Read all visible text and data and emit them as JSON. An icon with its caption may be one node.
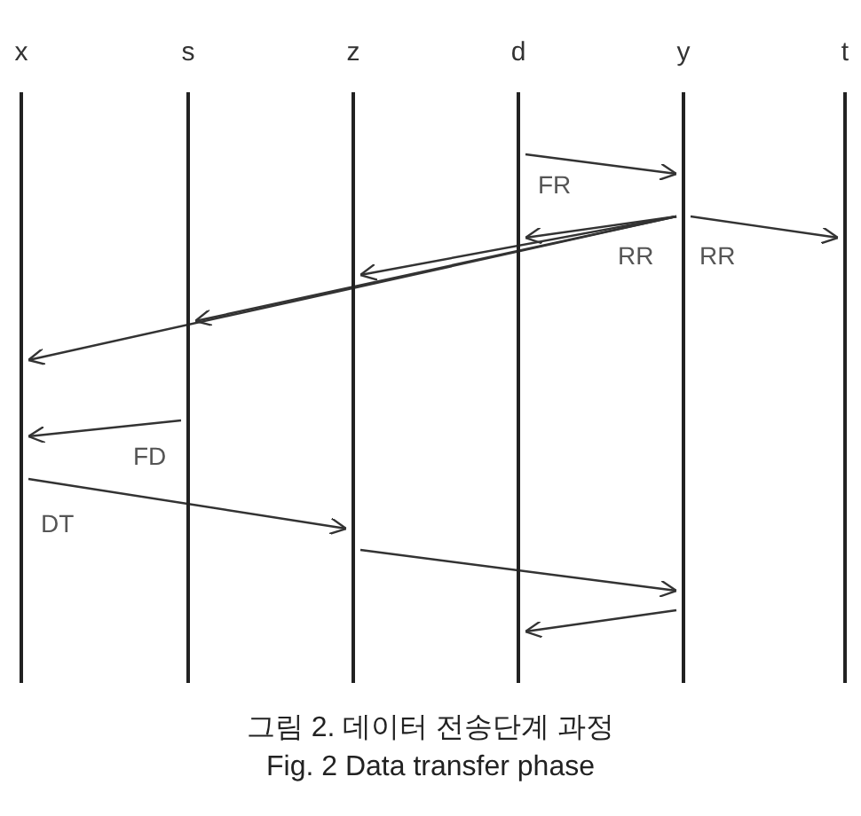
{
  "diagram": {
    "caption": "그림 2. 데이터 전송단계 과정",
    "nodes": [
      {
        "text": [
          "x"
        ]
      },
      {
        "text": [
          "s"
        ]
      },
      {
        "text": [
          "z"
        ]
      },
      {
        "text": [
          "d"
        ]
      },
      {
        "text": [
          "y"
        ]
      },
      {
        "text": [
          "t"
        ]
      }
    ],
    "edges": [
      {
        "from": 3,
        "to": 4,
        "arrow": "to",
        "label": "FR"
      },
      {
        "from": 4,
        "to": 3,
        "arrow": "to",
        "label": "RR"
      },
      {
        "from": 4,
        "to": 2,
        "arrow": "to"
      },
      {
        "from": 4,
        "to": 1,
        "arrow": "to"
      },
      {
        "from": 4,
        "to": 0,
        "arrow": "to"
      },
      {
        "from": 4,
        "to": 5,
        "arrow": "to",
        "label": "RR"
      },
      {
        "from": 1,
        "to": 0,
        "arrow": "to",
        "label": "FD"
      },
      {
        "from": 0,
        "to": 2,
        "arrow": "to",
        "label": "DT"
      },
      {
        "from": 2,
        "to": 4,
        "arrow": "to"
      },
      {
        "from": 4,
        "to": 3,
        "arrow": "to"
      }
    ],
    "labels": [
      "Fig. 2 Data transfer phase"
    ]
  }
}
